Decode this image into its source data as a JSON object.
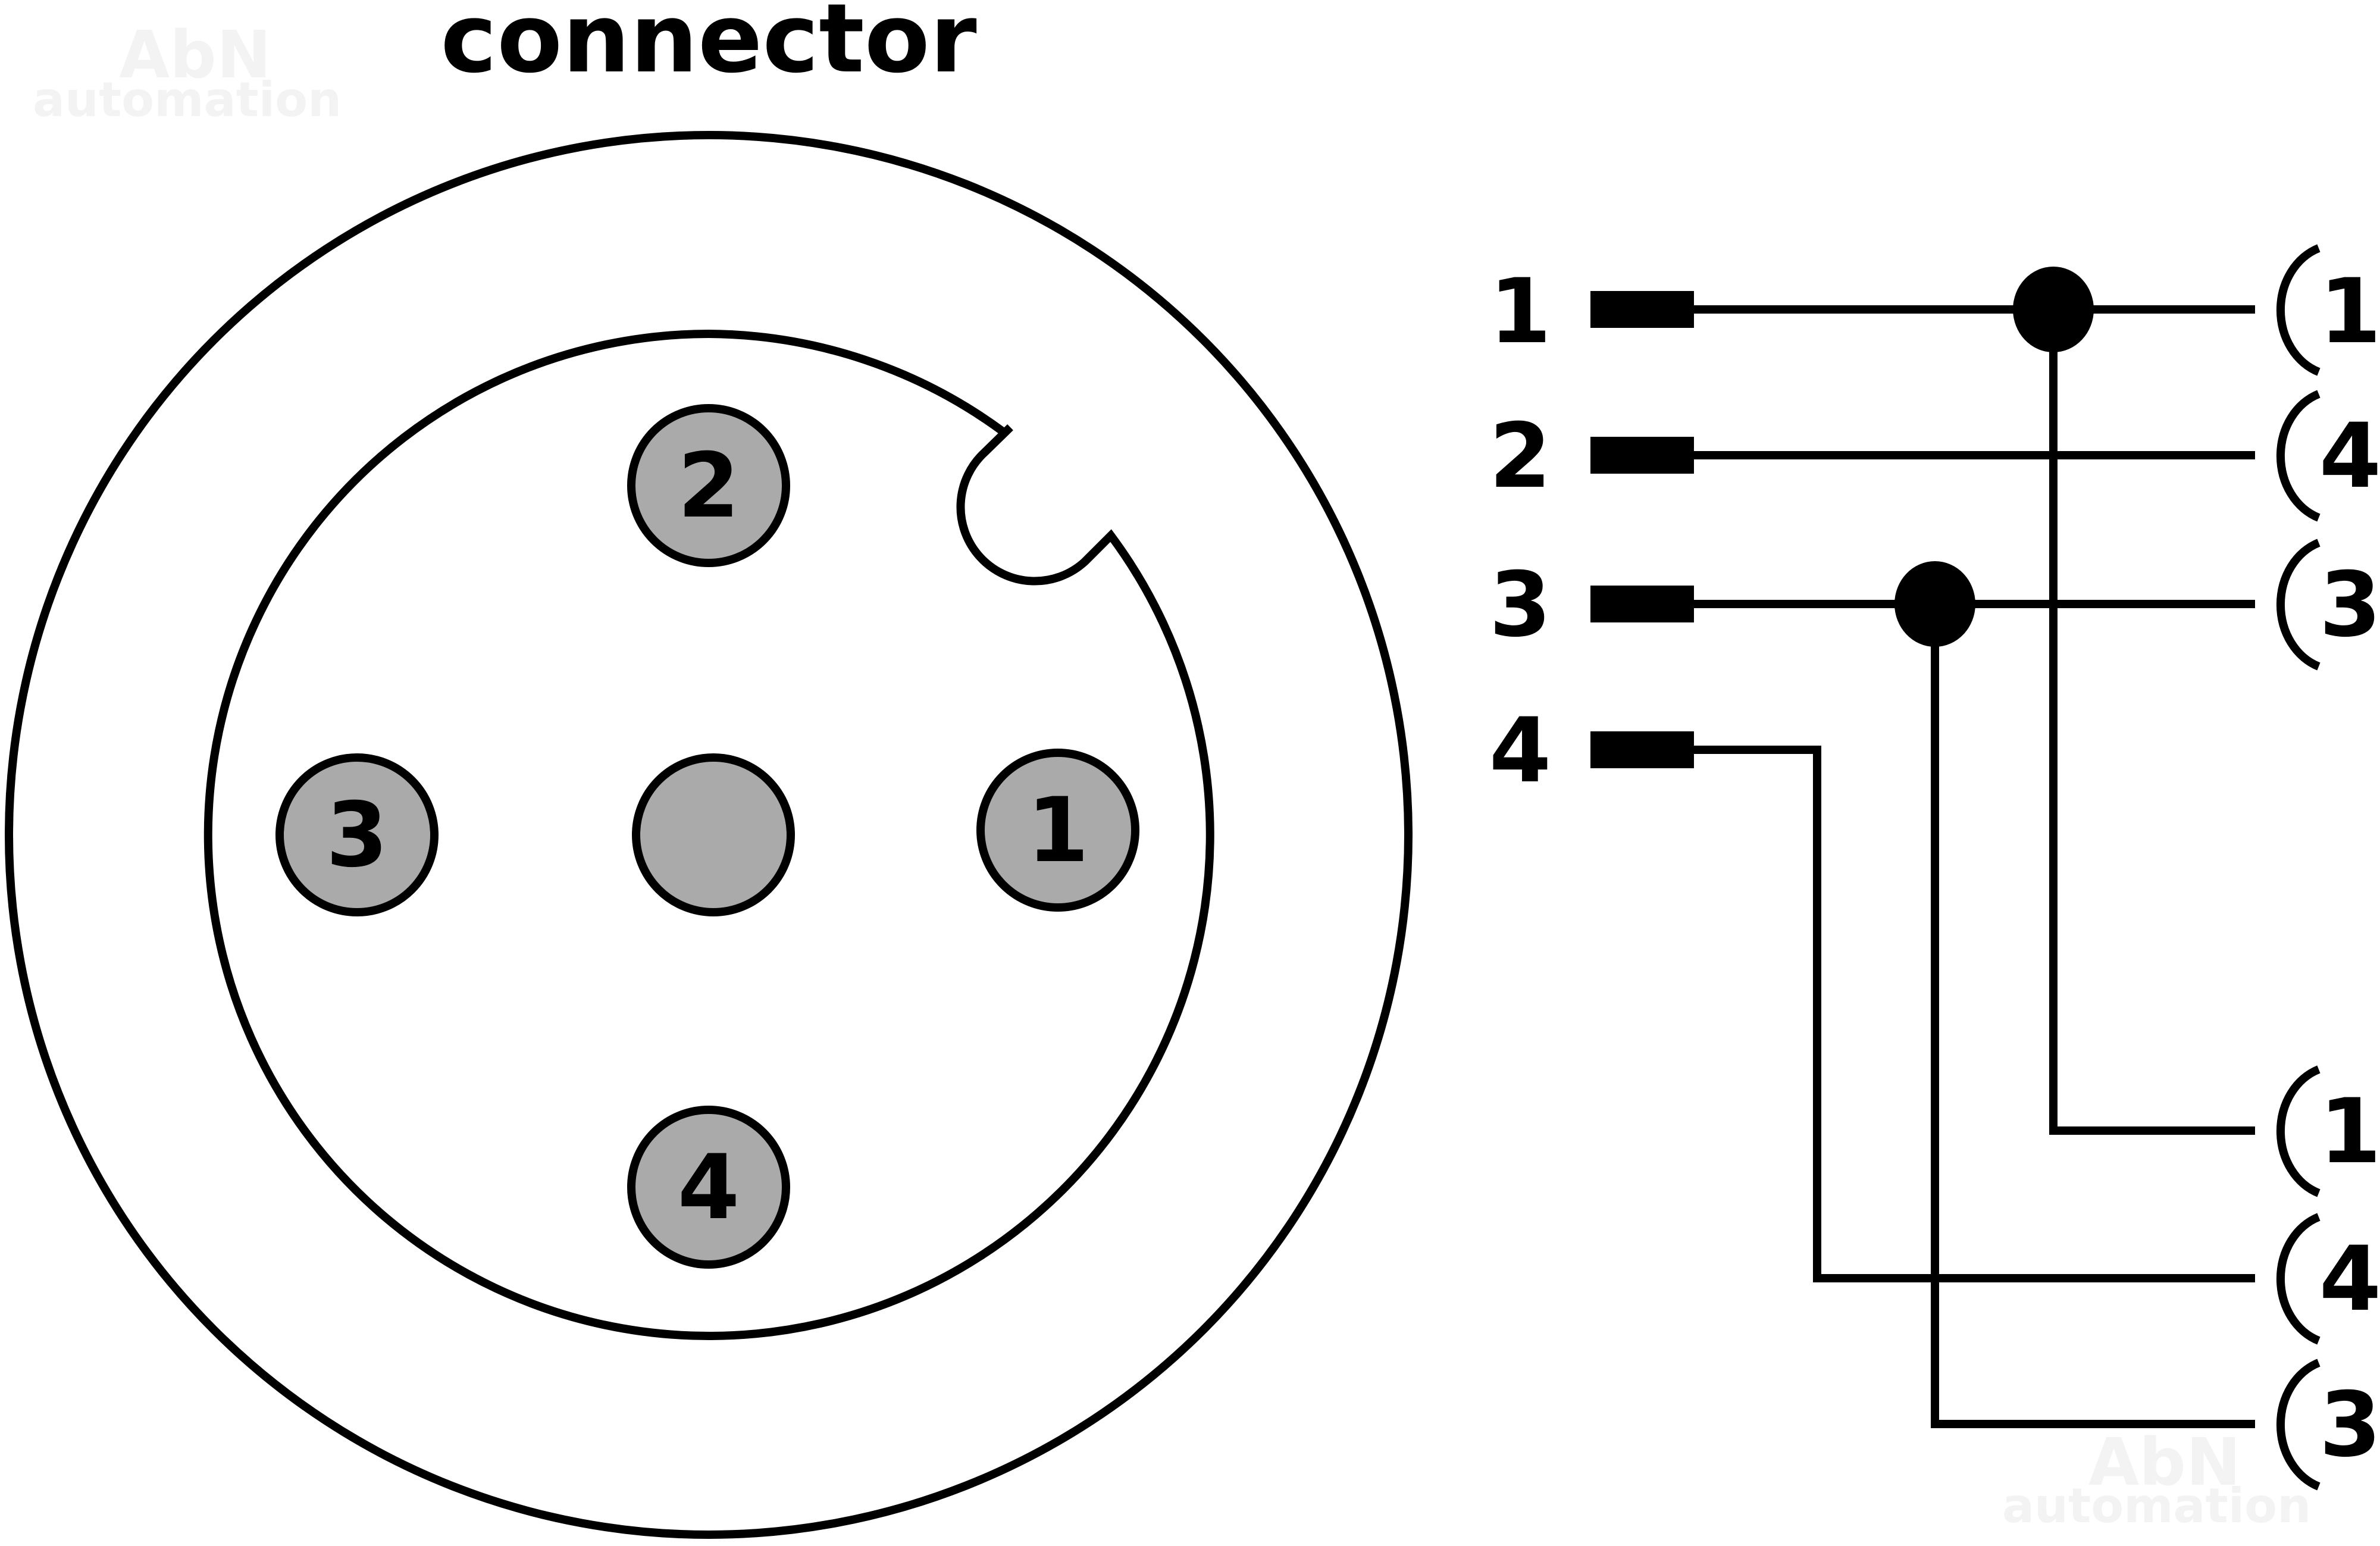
{
  "title": "connector",
  "watermark": {
    "line1": "AbN",
    "line2": "automation"
  },
  "colors": {
    "line": "#000000",
    "pin_fill": "#aaaaaa",
    "background": "#ffffff",
    "watermark": "#f3f3f3"
  },
  "connector_face": {
    "pins": [
      {
        "id": "pin-1",
        "label": "1",
        "position": "right"
      },
      {
        "id": "pin-2",
        "label": "2",
        "position": "top"
      },
      {
        "id": "pin-3",
        "label": "3",
        "position": "left"
      },
      {
        "id": "pin-4",
        "label": "4",
        "position": "bottom"
      },
      {
        "id": "pin-center",
        "label": "",
        "position": "center"
      }
    ],
    "key_notch": "top-right"
  },
  "wiring": {
    "inputs": [
      {
        "label": "1"
      },
      {
        "label": "2"
      },
      {
        "label": "3"
      },
      {
        "label": "4"
      }
    ],
    "outputs_top": [
      {
        "label": "1",
        "source": "1"
      },
      {
        "label": "4",
        "source": "2"
      },
      {
        "label": "3",
        "source": "3"
      }
    ],
    "outputs_bottom": [
      {
        "label": "1",
        "source": "1"
      },
      {
        "label": "4",
        "source": "4"
      },
      {
        "label": "3",
        "source": "3"
      }
    ],
    "junctions": [
      {
        "on_input": "1"
      },
      {
        "on_input": "3"
      }
    ]
  }
}
